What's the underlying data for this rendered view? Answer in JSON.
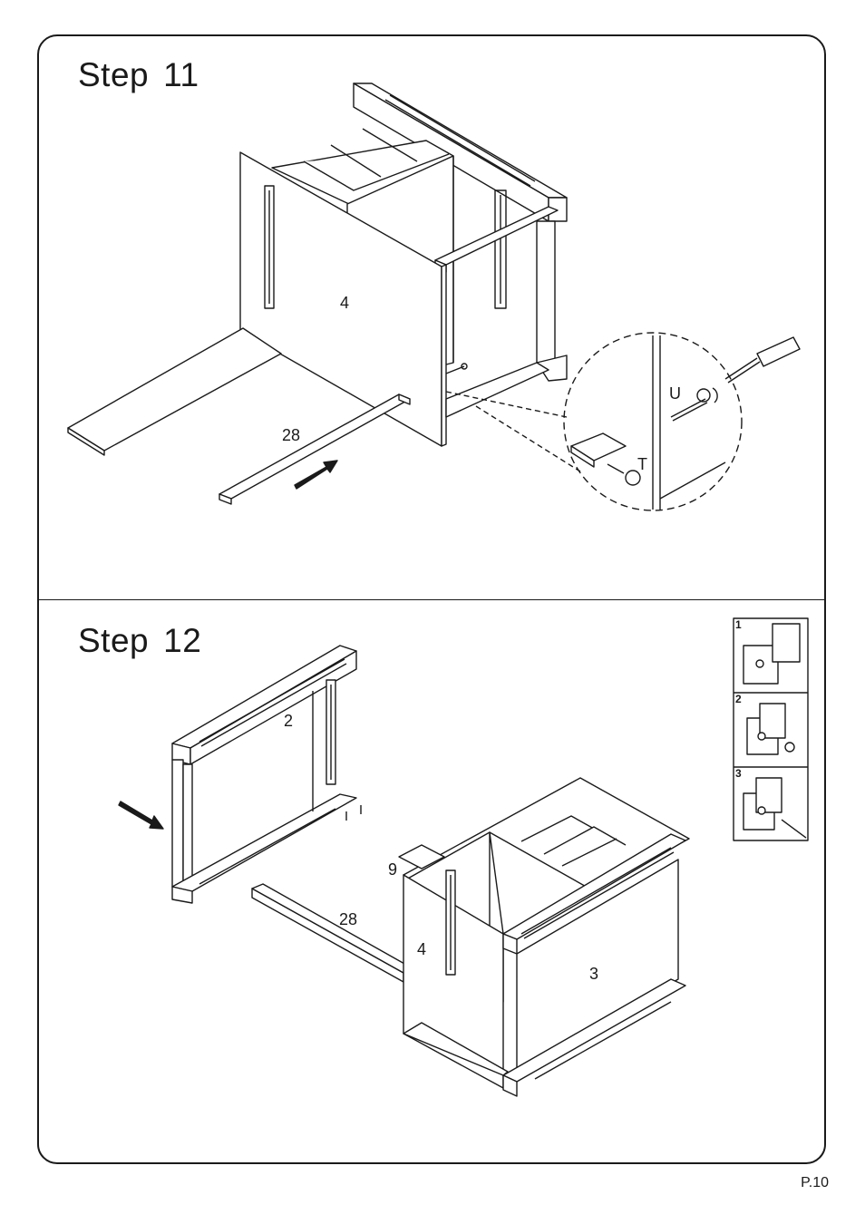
{
  "page": {
    "number": "P.10"
  },
  "step11": {
    "label": "Step",
    "number": "11",
    "parts": {
      "panel": "4",
      "rail": "28"
    },
    "hardware": {
      "bolt": "U",
      "cam": "T"
    }
  },
  "step12": {
    "label": "Step",
    "number": "12",
    "parts": {
      "frame": "2",
      "top_block": "9",
      "rail": "28",
      "panel_left": "4",
      "panel_right": "3"
    },
    "detail": [
      "1",
      "2",
      "3"
    ]
  }
}
